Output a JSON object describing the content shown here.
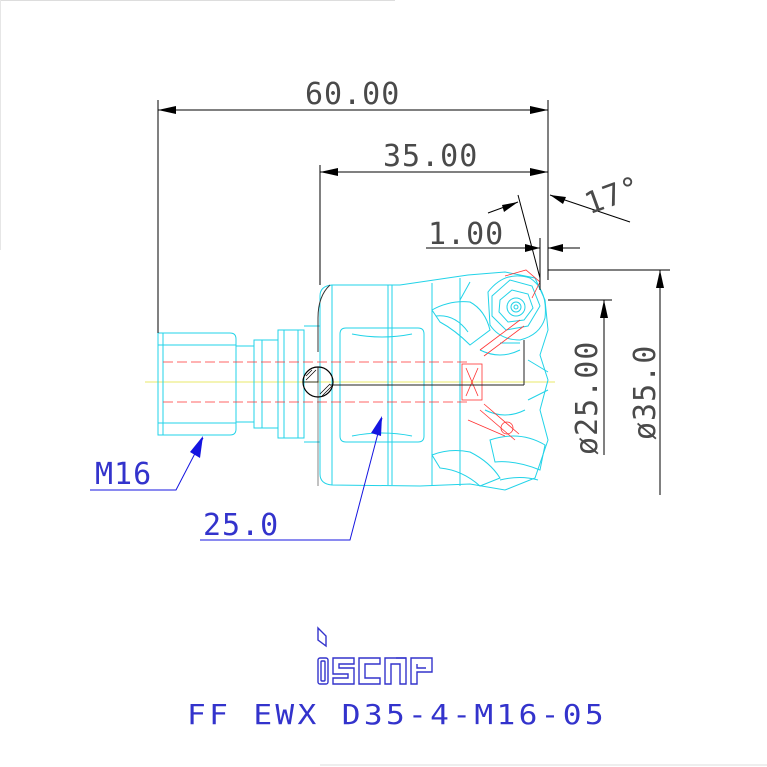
{
  "dimensions": {
    "overall_length": "60.00",
    "body_length": "35.00",
    "flat_length": "1.00",
    "angle": "17°",
    "inner_diameter": "ø25.00",
    "outer_diameter": "ø35.0"
  },
  "callouts": {
    "thread": "M16",
    "shank": "25.0"
  },
  "logo": {
    "text": "iscar"
  },
  "designation": "FF EWX D35-4-M16-05",
  "colors": {
    "outline": "#22d3e8",
    "hidden": "#ff3333",
    "dimension": "#000000",
    "callout": "#3333cc",
    "centerline": "#e8e86a"
  }
}
